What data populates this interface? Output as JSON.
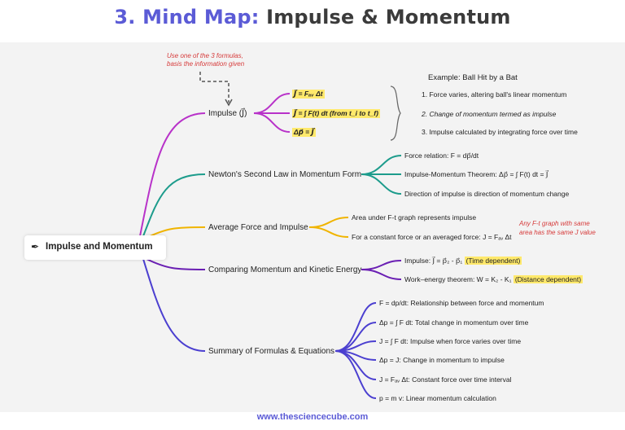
{
  "title": {
    "prefix": "3. Mind Map:",
    "rest": "Impulse & Momentum"
  },
  "footer": "www.thesciencecube.com",
  "root": {
    "label": "Impulse and Momentum",
    "icon": "pen-icon"
  },
  "colors": {
    "accent": "#5b5bd6",
    "magenta": "#b832c9",
    "teal": "#1d9c8c",
    "gold": "#f0b400",
    "purple": "#6a1fb3",
    "indigo": "#4b3fd0",
    "note": "#d63a3a",
    "highlight": "#ffe96b"
  },
  "annotations": {
    "top_note_1": "Use one of the 3 formulas,",
    "top_note_2": "basis the information given",
    "right_note_1": "Any F-t graph with same",
    "right_note_2": "area has the same J value"
  },
  "branches": {
    "impulse": {
      "label": "Impulse (J⃗)",
      "children": [
        "J⃗ = Fₐᵥ Δt",
        "J⃗ = ∫ F(t) dt   (from t_i to t_f)",
        "Δp⃗ = J⃗"
      ]
    },
    "example": {
      "title": "Example: Ball Hit by a Bat",
      "items": [
        "1.  Force varies, altering ball's linear momentum",
        "2.  Change of momentum termed as impulse",
        "3.  Impulse calculated by integrating force over time"
      ]
    },
    "newton": {
      "label": "Newton's Second Law in Momentum Form",
      "children": [
        "Force relation: F = dp⃗/dt",
        "Impulse-Momentum Theorem: Δp⃗ = ∫ F(t) dt = J⃗",
        "Direction of impulse is direction of momentum change"
      ]
    },
    "average": {
      "label": "Average Force and Impulse",
      "children": [
        "Area under F-t graph represents impulse",
        "For a constant force or an averaged force: J = Fₐᵥ Δt"
      ]
    },
    "comparing": {
      "label": "Comparing Momentum and Kinetic Energy",
      "child1_main": "Impulse: J⃗ = p⃗₂ - p⃗₁",
      "child1_tag": "(Time dependent)",
      "child2_main": "Work–energy theorem: W = K₂ - K₁",
      "child2_tag": "(Distance  dependent)"
    },
    "summary": {
      "label": "Summary of Formulas & Equations",
      "children": [
        "F = dp/dt: Relationship between force and momentum",
        "Δp = ∫ F dt: Total change in momentum over time",
        "J = ∫ F dt: Impulse when force varies over time",
        "Δp = J: Change in momentum to impulse",
        "J = Fₐᵥ Δt: Constant force over time interval",
        "p = m v: Linear momentum calculation"
      ]
    }
  }
}
